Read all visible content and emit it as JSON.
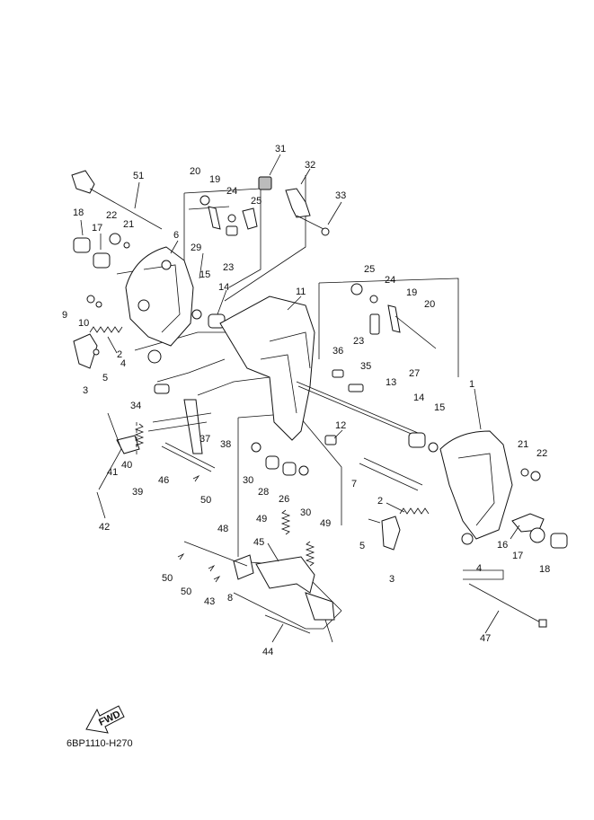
{
  "document_code": "6BP1110-H270",
  "fwd_label": "FWD",
  "callouts": [
    "51",
    "20",
    "19",
    "24",
    "25",
    "31",
    "32",
    "33",
    "18",
    "22",
    "21",
    "17",
    "6",
    "29",
    "23",
    "15",
    "14",
    "9",
    "10",
    "2",
    "5",
    "3",
    "4",
    "34",
    "11",
    "25",
    "24",
    "19",
    "20",
    "23",
    "36",
    "35",
    "27",
    "13",
    "14",
    "15",
    "1",
    "12",
    "21",
    "22",
    "37",
    "38",
    "41",
    "40",
    "39",
    "46",
    "30",
    "28",
    "26",
    "30",
    "7",
    "50",
    "42",
    "2",
    "5",
    "16",
    "17",
    "18",
    "3",
    "4",
    "48",
    "49",
    "49",
    "45",
    "50",
    "50",
    "43",
    "8",
    "47",
    "44"
  ]
}
